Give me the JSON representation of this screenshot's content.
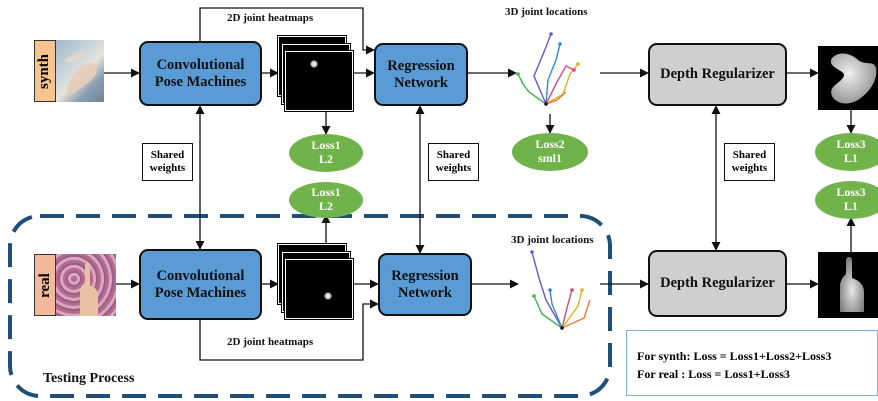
{
  "labels": {
    "heatmaps_top": "2D joint heatmaps",
    "heatmaps_bottom": "2D joint heatmaps",
    "joints3d_top": "3D joint locations",
    "joints3d_bottom": "3D joint locations",
    "testing_process": "Testing Process"
  },
  "inputs": {
    "synth": "synth",
    "real": "real"
  },
  "modules": {
    "cpm_top": [
      "Convolutional",
      "Pose Machines"
    ],
    "cpm_bottom": [
      "Convolutional",
      "Pose Machines"
    ],
    "reg_top": [
      "Regression",
      "Network"
    ],
    "reg_bottom": [
      "Regression",
      "Network"
    ],
    "depth_top": "Depth Regularizer",
    "depth_bottom": "Depth Regularizer"
  },
  "shared": {
    "s1": [
      "Shared",
      "weights"
    ],
    "s2": [
      "Shared",
      "weights"
    ],
    "s3": [
      "Shared",
      "weights"
    ]
  },
  "losses": {
    "loss1_top": [
      "Loss1",
      "L2"
    ],
    "loss1_bottom": [
      "Loss1",
      "L2"
    ],
    "loss2": [
      "Loss2",
      "sml1"
    ],
    "loss3_top": [
      "Loss3",
      "L1"
    ],
    "loss3_bottom": [
      "Loss3",
      "L1"
    ]
  },
  "formula": {
    "synth": "For synth: Loss =  Loss1+Loss2+Loss3",
    "real": "For real :  Loss =  Loss1+Loss3"
  },
  "colors": {
    "module_blue": "#5b9bd5",
    "module_gray": "#cfcfcf",
    "loss_green": "#6fb34a",
    "testing_border": "#1f4e79",
    "synth_tag": "#f6c48f",
    "real_tag": "#f4b89a"
  }
}
